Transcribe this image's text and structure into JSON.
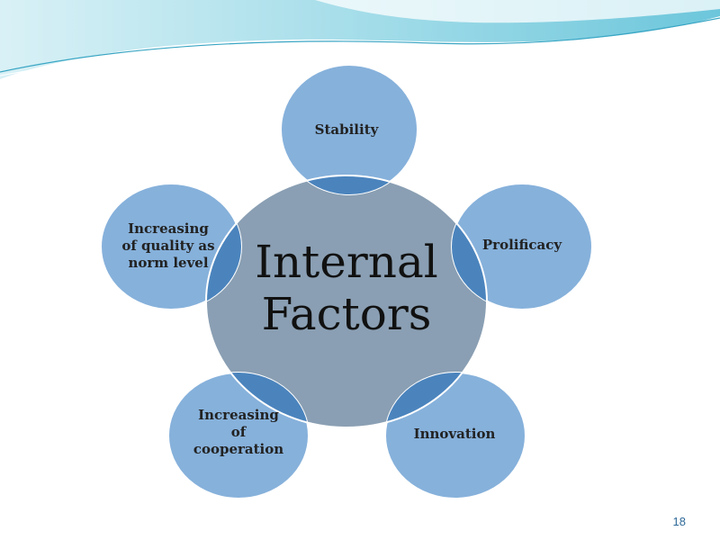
{
  "diagram": {
    "center": {
      "label": "Internal\nFactors"
    },
    "nodes": [
      {
        "id": "stability",
        "label": "Stability"
      },
      {
        "id": "prolificacy",
        "label": "Prolificacy"
      },
      {
        "id": "innovation",
        "label": "Innovation"
      },
      {
        "id": "cooperation",
        "label": "Increasing\nof\ncooperation"
      },
      {
        "id": "quality",
        "label": "Increasing\nof quality as\nnorm level"
      }
    ]
  },
  "colors": {
    "center_fill": "#8a9fb3",
    "node_fill": "#86b1db",
    "node_overlap": "#4b84bd",
    "banner_light": "#bfe7f0",
    "banner_mid": "#7fd0e2"
  },
  "footer": {
    "page_number": "18"
  }
}
